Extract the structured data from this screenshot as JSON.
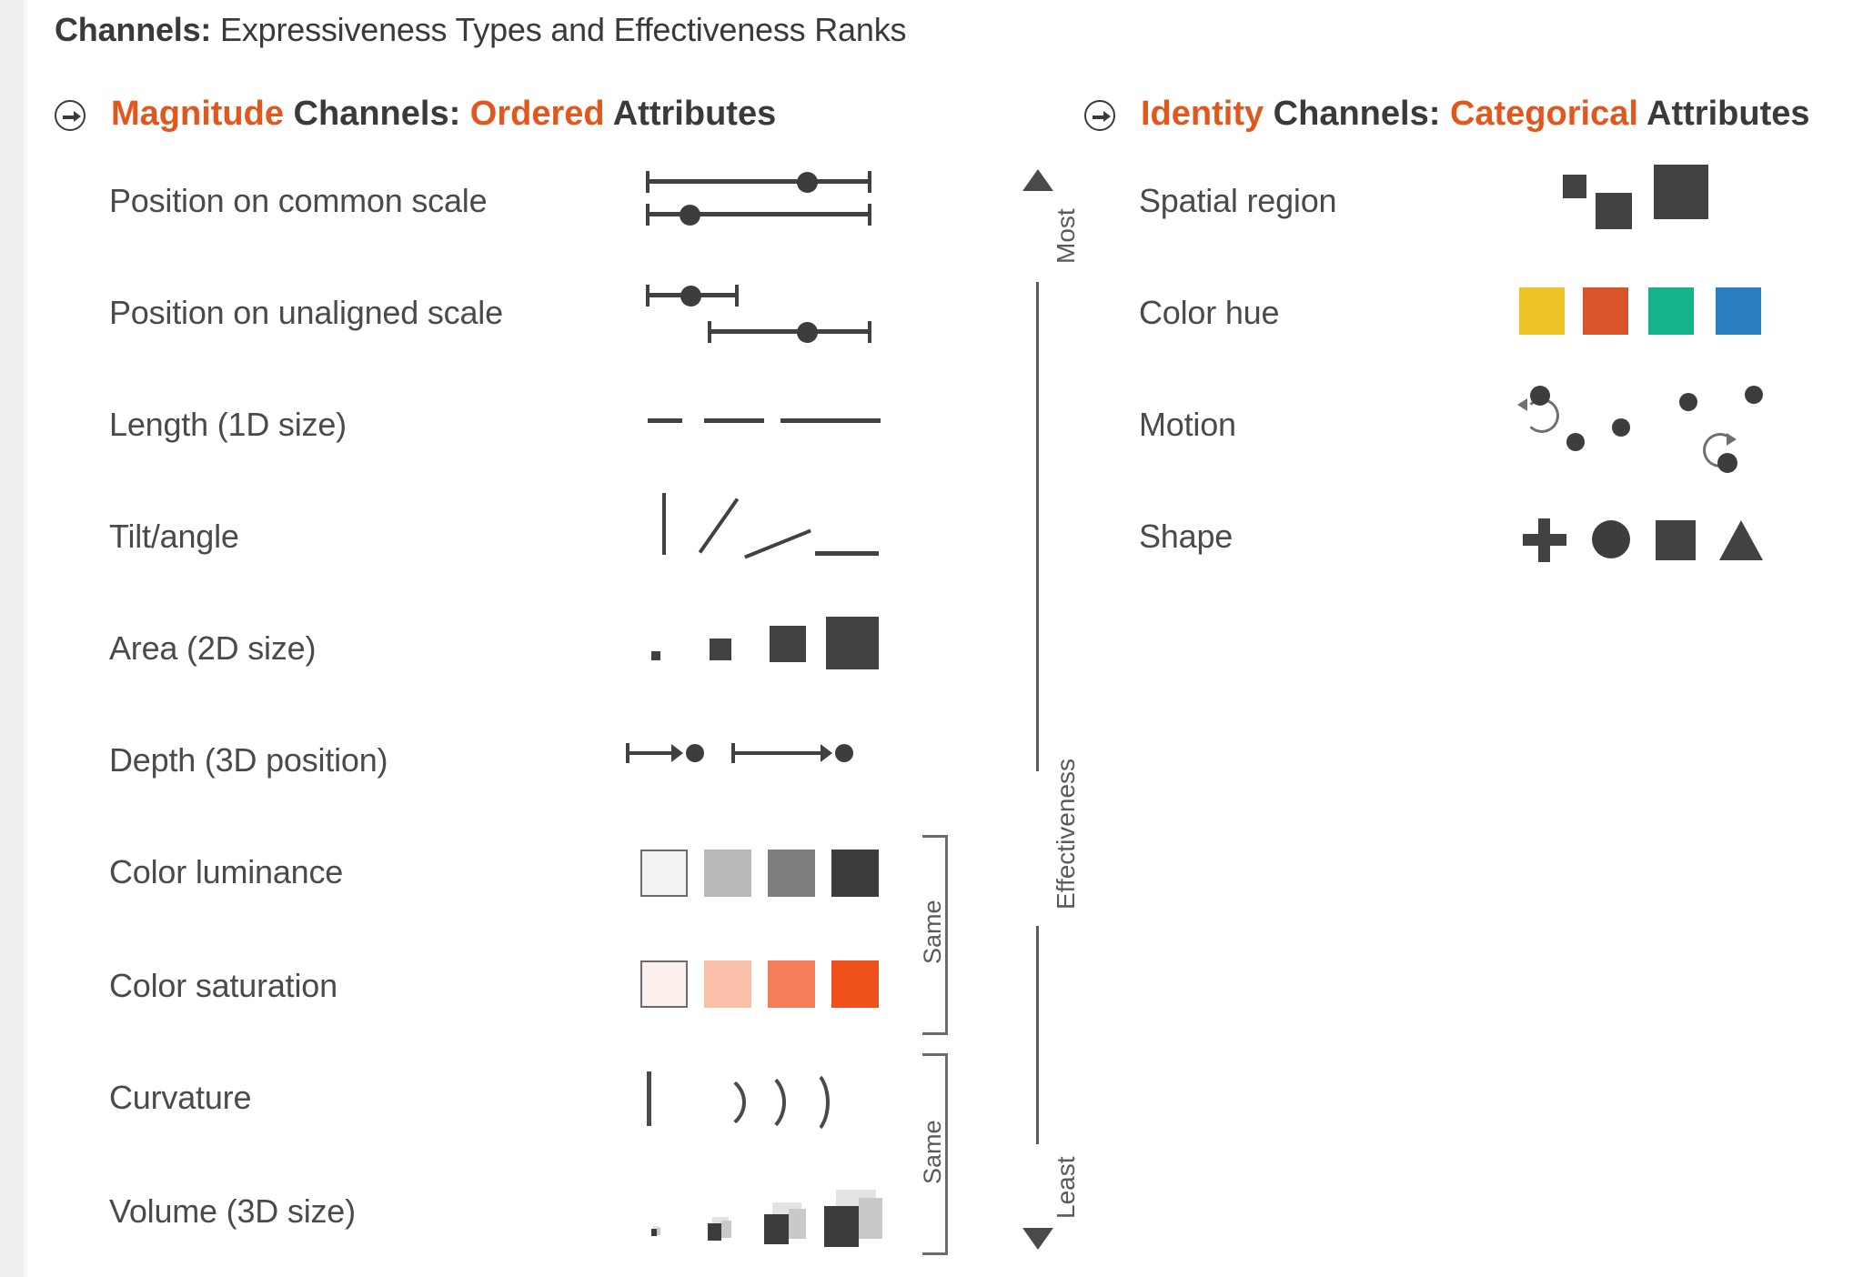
{
  "title": {
    "bold_part": "Channels:",
    "rest": " Expressiveness Types and Effectiveness Ranks"
  },
  "sections": {
    "magnitude": {
      "icon": "arrow-right-circle-icon",
      "word1": "Magnitude",
      "word2": " Channels: ",
      "word3": "Ordered",
      "word4": " Attributes"
    },
    "identity": {
      "icon": "arrow-right-circle-icon",
      "word1": "Identity",
      "word2": " Channels: ",
      "word3": "Categorical",
      "word4": " Attributes"
    }
  },
  "magnitude_channels": [
    {
      "rank": 1,
      "label": "Position on common scale",
      "glyph": "two-aligned-range-bars-with-dot"
    },
    {
      "rank": 2,
      "label": "Position on unaligned scale",
      "glyph": "two-offset-range-bars-with-dot"
    },
    {
      "rank": 3,
      "label": "Length (1D size)",
      "glyph": "three-bars-increasing-length"
    },
    {
      "rank": 4,
      "label": "Tilt/angle",
      "glyph": "four-lines-decreasing-angle"
    },
    {
      "rank": 5,
      "label": "Area (2D size)",
      "glyph": "four-squares-increasing-area"
    },
    {
      "rank": 6,
      "label": "Depth (3D position)",
      "glyph": "two-perspective-arrows-with-dot"
    },
    {
      "rank": 7,
      "label": "Color luminance",
      "glyph": "four-grayscale-swatches"
    },
    {
      "rank": 8,
      "label": "Color saturation",
      "glyph": "four-orange-saturation-swatches"
    },
    {
      "rank": 9,
      "label": "Curvature",
      "glyph": "four-arcs-increasing-curvature"
    },
    {
      "rank": 10,
      "label": "Volume (3D size)",
      "glyph": "four-cubes-increasing-volume"
    }
  ],
  "identity_channels": [
    {
      "rank": 1,
      "label": "Spatial region",
      "glyph": "three-scattered-dark-squares"
    },
    {
      "rank": 2,
      "label": "Color hue",
      "glyph": "four-hue-swatches"
    },
    {
      "rank": 3,
      "label": "Motion",
      "glyph": "dots-with-rotation-arrows"
    },
    {
      "rank": 4,
      "label": "Shape",
      "glyph": "plus-circle-square-triangle"
    }
  ],
  "effectiveness_axis": {
    "top_label": "Most",
    "middle_label": "Effectiveness",
    "bottom_label": "Least",
    "top_cap": "triangle-up",
    "bottom_cap": "triangle-down"
  },
  "same_brackets": [
    {
      "label": "Same",
      "covers": [
        "Color luminance",
        "Color saturation"
      ]
    },
    {
      "label": "Same",
      "covers": [
        "Curvature",
        "Volume (3D size)"
      ]
    }
  ],
  "colors": {
    "accent_orange": "#e2571e",
    "text_dark": "#3a3a3a",
    "text_body": "#4a4a4a",
    "glyph_dark": "#424242",
    "hue_yellow": "#ecc426",
    "hue_orange": "#d9542a",
    "hue_teal": "#15b48b",
    "hue_blue": "#2a7fc0",
    "luminance_1": "#f2f2f2",
    "luminance_2": "#b9b9b9",
    "luminance_3": "#7e7e7e",
    "luminance_4": "#3b3b3b",
    "saturation_1": "#fcf0ec",
    "saturation_2": "#f9bfa9",
    "saturation_3": "#f47e5a",
    "saturation_4": "#ef4f1b",
    "page_bg": "#ffffff",
    "edge_gray": "#efefef"
  }
}
